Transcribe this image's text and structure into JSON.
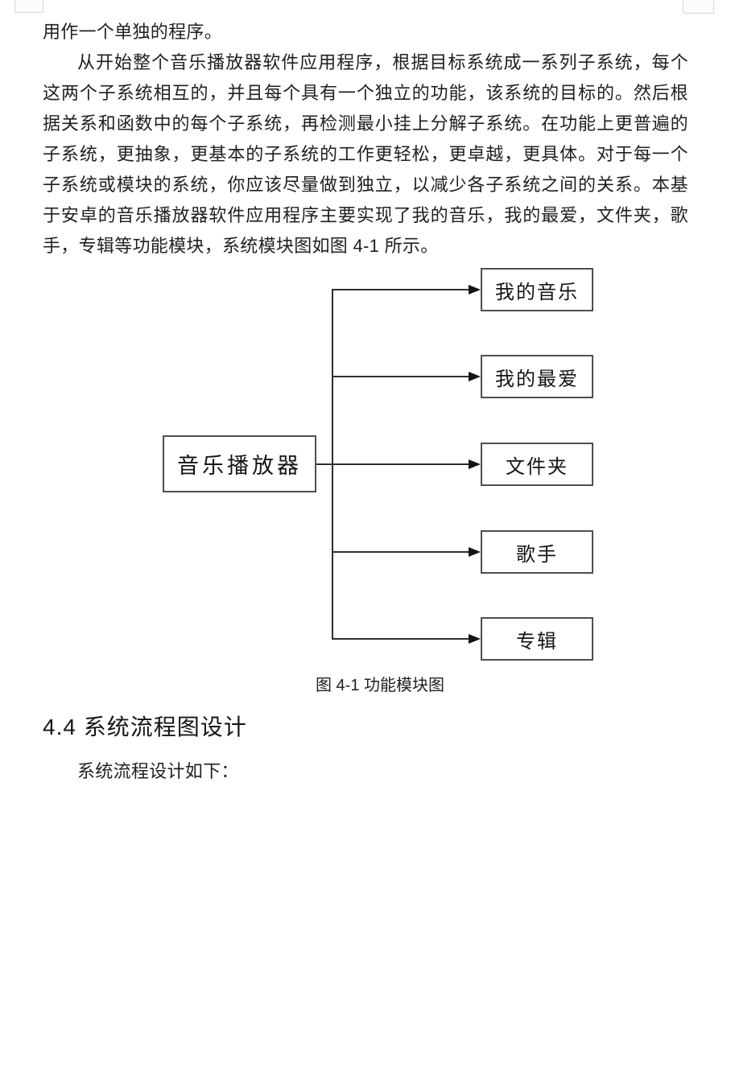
{
  "document": {
    "intro_line": "用作一个单独的程序。",
    "paragraph": {
      "lines": [
        "从开始整个音乐播放器软件应用程序，根据目标系统成一系列子系统，每个",
        "这两个子系统相互的，并且每个具有一个独立的功能，该系统的目标的。然后根",
        "据关系和函数中的每个子系统，再检测最小挂上分解子系统。在功能上更普遍的",
        "子系统，更抽象，更基本的子系统的工作更轻松，更卓越，更具体。对于每一个",
        "子系统或模块的系统，你应该尽量做到独立，以减少各子系统之间的关系。本基",
        "于安卓的音乐播放器软件应用程序主要实现了我的音乐，我的最爱，文件夹，歌",
        "手，专辑等功能模块，系统模块图如图 4-1 所示。"
      ]
    },
    "section_heading": "4.4 系统流程图设计",
    "section_body": "系统流程设计如下："
  },
  "diagram": {
    "type": "module-tree",
    "root_label": "音乐播放器",
    "modules": [
      "我的音乐",
      "我的最爱",
      "文件夹",
      "歌手",
      "专辑"
    ],
    "caption": "图 4-1 功能模块图"
  },
  "colors": {
    "page_background": "#ffffff",
    "text": "#1f1f1f",
    "box_border": "#4f4f4f",
    "connector_line": "#2e2e2e",
    "corner_mark": "#d8d8d8"
  }
}
